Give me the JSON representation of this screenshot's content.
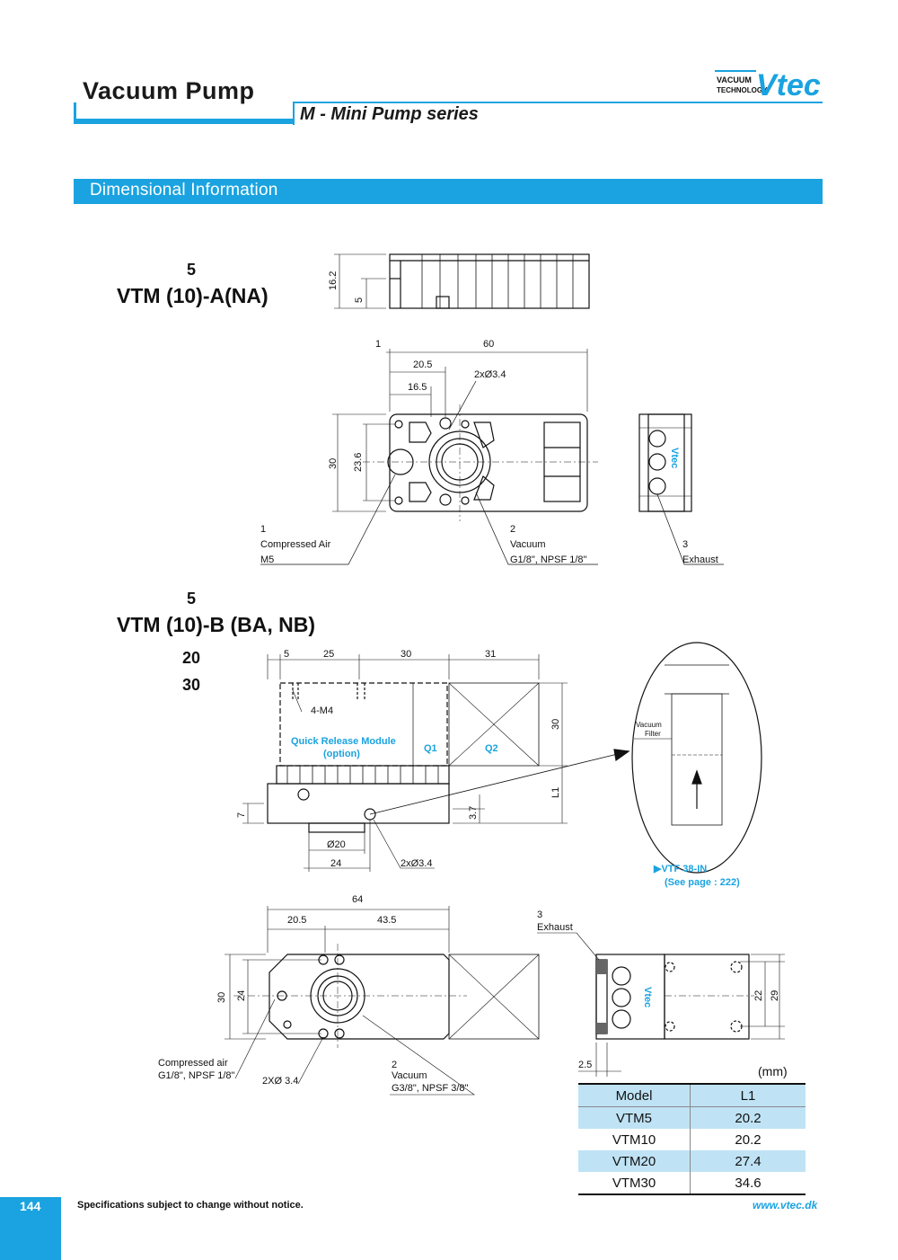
{
  "header": {
    "title": "Vacuum Pump",
    "subtitle": "M - Mini Pump series",
    "logo_top": "VACUUM",
    "logo_bottom": "TECHNOLOGY",
    "logo_mark": "Vtec"
  },
  "section": {
    "title": "Dimensional Information"
  },
  "models": {
    "a_size": "5",
    "a_name": "VTM (10)-A(NA)",
    "b_size": "5",
    "b_name": "VTM (10)-B (BA, NB)",
    "b_size_20": "20",
    "b_size_30": "30"
  },
  "dims_a": {
    "h1": "16.2",
    "h2": "5",
    "w1": "1",
    "w60": "60",
    "w205": "20.5",
    "w165": "16.5",
    "hole": "2xØ3.4",
    "v30": "30",
    "v236": "23.6",
    "c1_num": "1",
    "c1_name": "Compressed Air",
    "c1_spec": "M5",
    "c2_num": "2",
    "c2_name": "Vacuum",
    "c2_spec": "G1/8\", NPSF 1/8\"",
    "c3_num": "3",
    "c3_name": "Exhaust",
    "side_logo": "Vtec"
  },
  "dims_b": {
    "d5": "5",
    "d25": "25",
    "d30": "30",
    "d31": "31",
    "thread": "4-M4",
    "qrm": "Quick Release Module",
    "qrm_opt": "(option)",
    "q1": "Q1",
    "q2": "Q2",
    "v30": "30",
    "l1": "L1",
    "d7": "7",
    "d37": "3.7",
    "dia20": "Ø20",
    "d24": "24",
    "hole": "2xØ3.4",
    "filter_label": "Vacuum",
    "filter_label2": "Filter",
    "vtf": "▶VTF 38-IN",
    "vtf_page": "(See page : 222)"
  },
  "dims_c": {
    "w64": "64",
    "w205": "20.5",
    "w435": "43.5",
    "v30": "30",
    "v24": "24",
    "ca_name": "Compressed air",
    "ca_spec": "G1/8\", NPSF 1/8\"",
    "hole": "2XØ 3.4",
    "c2_num": "2",
    "c2_name": "Vacuum",
    "c2_spec": "G3/8\", NPSF 3/8\"",
    "c3_num": "3",
    "c3_name": "Exhaust",
    "v22": "22",
    "v29": "29",
    "d25": "2.5",
    "side_logo": "Vtec"
  },
  "table": {
    "unit": "(mm)",
    "headers": [
      "Model",
      "L1"
    ],
    "rows": [
      [
        "VTM5",
        "20.2"
      ],
      [
        "VTM10",
        "20.2"
      ],
      [
        "VTM20",
        "27.4"
      ],
      [
        "VTM30",
        "34.6"
      ]
    ]
  },
  "footer": {
    "page": "144",
    "notice": "Specifications subject to change without notice.",
    "url": "www.vtec.dk"
  },
  "colors": {
    "accent": "#1aa3e0",
    "table_band": "#bfe3f5"
  }
}
